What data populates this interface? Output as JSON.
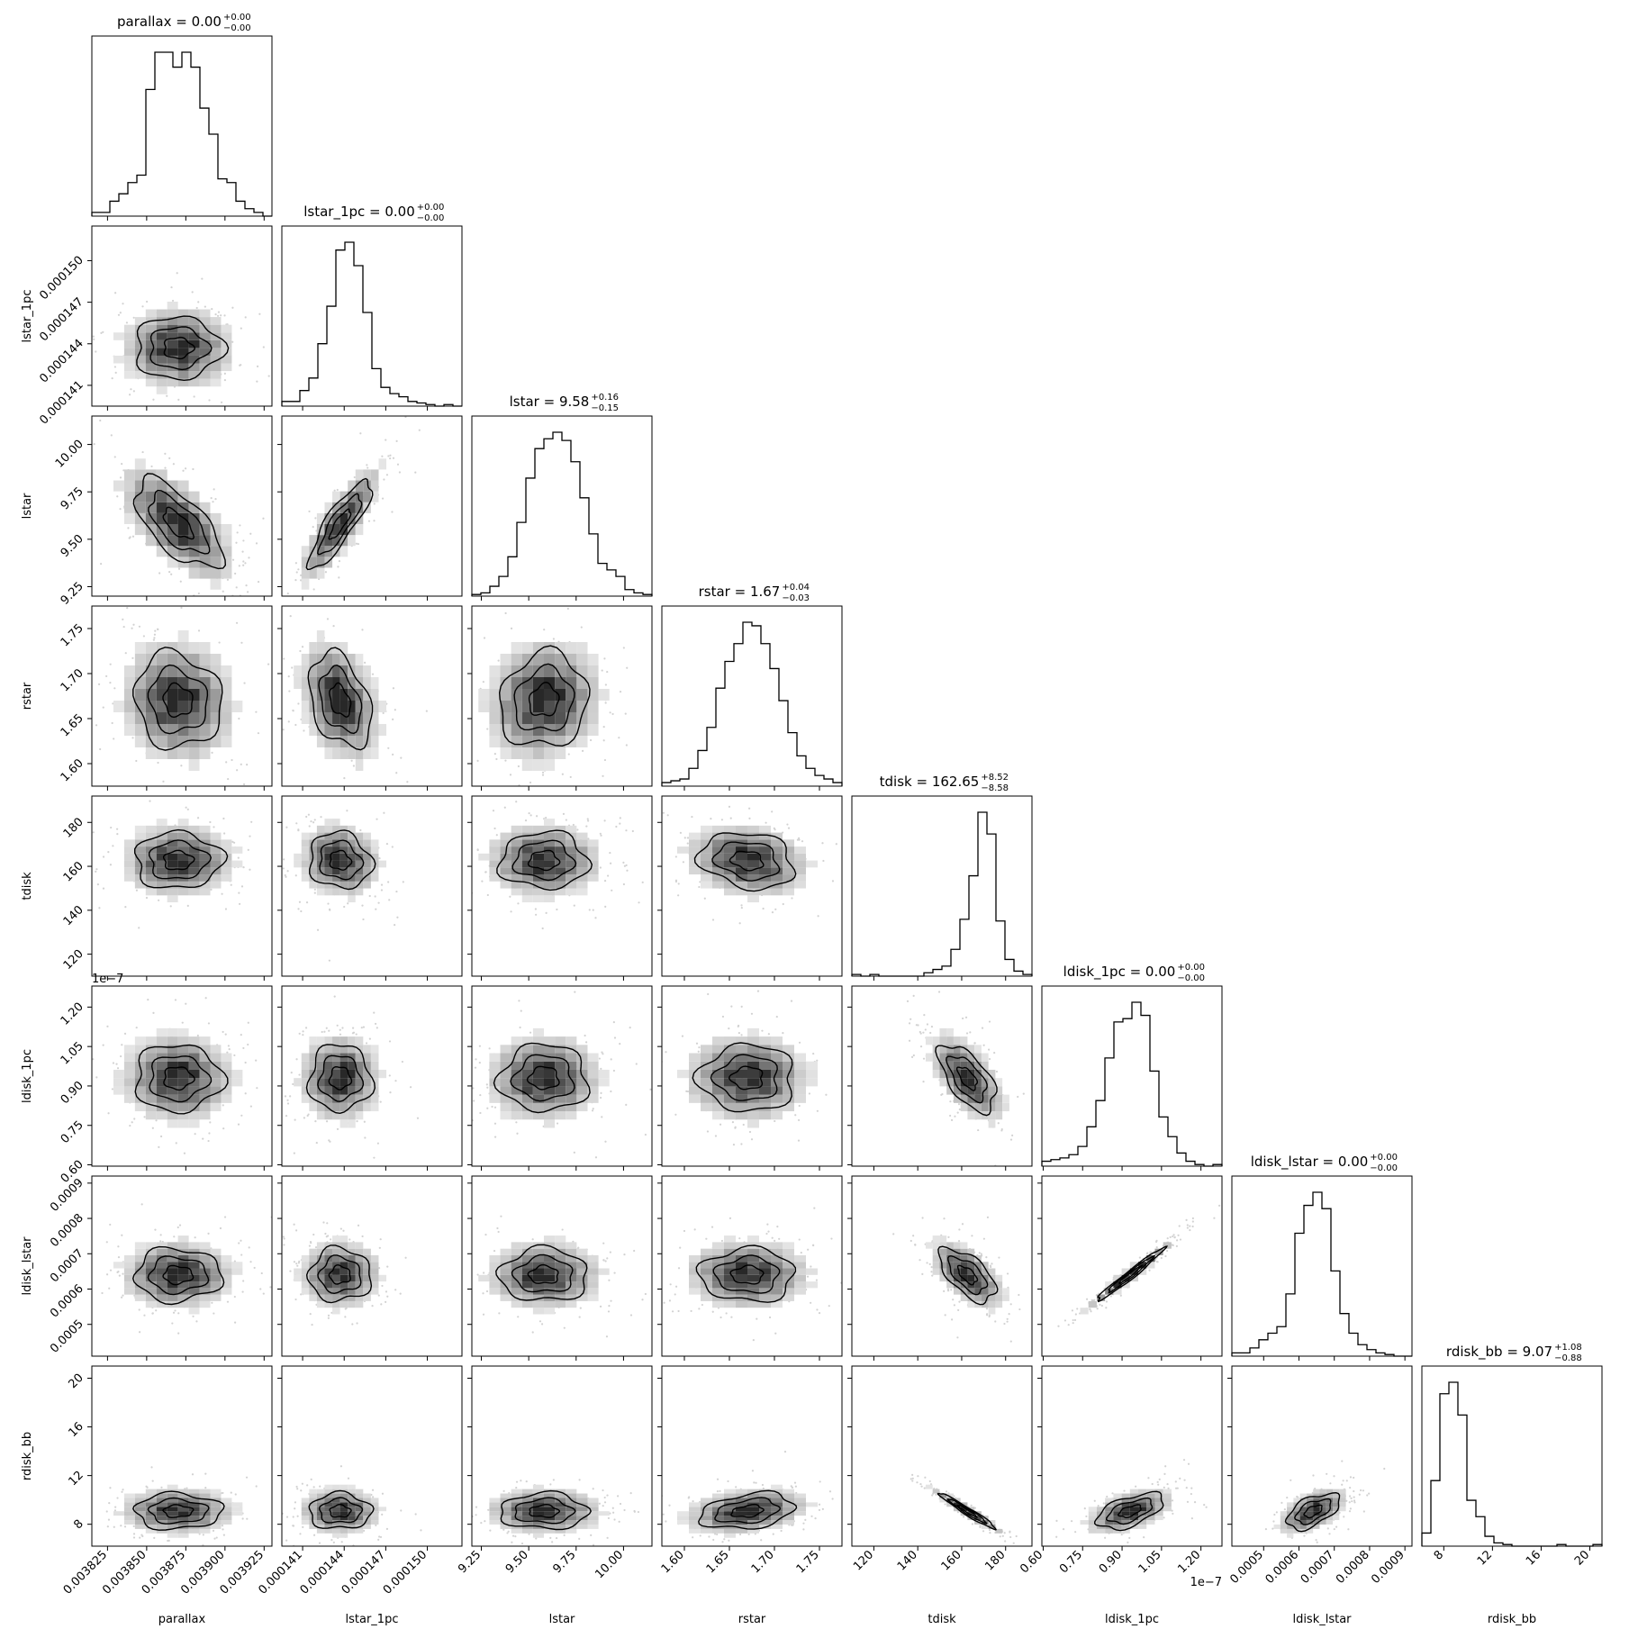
{
  "chart_data": {
    "type": "corner",
    "parameters": [
      "parallax",
      "lstar_1pc",
      "lstar",
      "rstar",
      "tdisk",
      "ldisk_1pc",
      "ldisk_lstar",
      "rdisk_bb"
    ],
    "axis_labels": [
      "parallax",
      "lstar_1pc",
      "lstar",
      "rstar",
      "tdisk",
      "ldisk_1pc",
      "ldisk_lstar",
      "rdisk_bb"
    ],
    "titles": [
      {
        "main": "parallax = 0.00",
        "sup": "+0.00",
        "sub": "−0.00"
      },
      {
        "main": "lstar_1pc = 0.00",
        "sup": "+0.00",
        "sub": "−0.00"
      },
      {
        "main": "lstar = 9.58",
        "sup": "+0.16",
        "sub": "−0.15"
      },
      {
        "main": "rstar = 1.67",
        "sup": "+0.04",
        "sub": "−0.03"
      },
      {
        "main": "tdisk = 162.65",
        "sup": "+8.52",
        "sub": "−8.58"
      },
      {
        "main": "ldisk_1pc = 0.00",
        "sup": "+0.00",
        "sub": "−0.00"
      },
      {
        "main": "ldisk_lstar = 0.00",
        "sup": "+0.00",
        "sub": "−0.00"
      },
      {
        "main": "rdisk_bb = 9.07",
        "sup": "+1.08",
        "sub": "−0.88"
      }
    ],
    "ranges": [
      [
        0.003815,
        0.00393
      ],
      [
        0.0001395,
        0.0001525
      ],
      [
        9.2,
        10.15
      ],
      [
        1.575,
        1.775
      ],
      [
        110,
        192
      ],
      [
        0.595,
        1.28
      ],
      [
        0.00041,
        0.00092
      ],
      [
        6.2,
        21
      ]
    ],
    "ticks": [
      [
        0.003825,
        0.00385,
        0.003875,
        0.0039,
        0.003925
      ],
      [
        0.000141,
        0.000144,
        0.000147,
        0.00015
      ],
      [
        9.25,
        9.5,
        9.75,
        10.0
      ],
      [
        1.6,
        1.65,
        1.7,
        1.75
      ],
      [
        120,
        140,
        160,
        180
      ],
      [
        0.6,
        0.75,
        0.9,
        1.05,
        1.2
      ],
      [
        0.0005,
        0.0006,
        0.0007,
        0.0008,
        0.0009
      ],
      [
        8,
        12,
        16,
        20
      ]
    ],
    "tick_labels": [
      [
        "0.003825",
        "0.003850",
        "0.003875",
        "0.003900",
        "0.003925"
      ],
      [
        "0.000141",
        "0.000144",
        "0.000147",
        "0.000150"
      ],
      [
        "9.25",
        "9.50",
        "9.75",
        "10.00"
      ],
      [
        "1.60",
        "1.65",
        "1.70",
        "1.75"
      ],
      [
        "120",
        "140",
        "160",
        "180"
      ],
      [
        "0.60",
        "0.75",
        "0.90",
        "1.05",
        "1.20"
      ],
      [
        "0.0005",
        "0.0006",
        "0.0007",
        "0.0008",
        "0.0009"
      ],
      [
        "8",
        "12",
        "16",
        "20"
      ]
    ],
    "offset_text": {
      "parameter": "ldisk_1pc",
      "text": "1e−7"
    },
    "medians": [
      0.00387,
      0.0001437,
      9.58,
      1.67,
      162.65,
      0.93,
      0.00064,
      9.07
    ],
    "sigmas": [
      1.85e-05,
      1.5e-06,
      0.155,
      0.035,
      8.55,
      0.085,
      5e-05,
      0.98
    ],
    "correlations": [
      [
        1,
        0,
        -0.65,
        -0.1,
        0,
        0,
        0,
        0
      ],
      [
        0,
        1,
        0.85,
        -0.35,
        -0.1,
        0,
        0,
        0
      ],
      [
        -0.65,
        0.85,
        1,
        0.1,
        0,
        0,
        0,
        0
      ],
      [
        -0.1,
        -0.35,
        0.1,
        1,
        -0.2,
        0,
        0,
        0.3
      ],
      [
        0,
        -0.1,
        0,
        -0.2,
        1,
        -0.6,
        -0.6,
        -0.97
      ],
      [
        0,
        0,
        0,
        0,
        -0.6,
        1,
        0.98,
        0.55
      ],
      [
        0,
        0,
        0,
        0,
        -0.6,
        0.98,
        1,
        0.55
      ],
      [
        0,
        0,
        0,
        0.3,
        -0.97,
        0.55,
        0.55,
        1
      ]
    ],
    "histograms": [
      [
        1,
        1,
        4,
        6,
        9,
        11,
        34,
        44,
        44,
        40,
        44,
        40,
        29,
        22,
        10,
        9,
        4,
        2,
        1,
        0
      ],
      [
        3,
        3,
        10,
        18,
        40,
        64,
        100,
        105,
        90,
        60,
        24,
        12,
        8,
        6,
        3,
        2,
        1,
        0,
        1,
        0
      ],
      [
        1,
        2,
        6,
        12,
        24,
        45,
        72,
        90,
        96,
        100,
        95,
        82,
        60,
        38,
        20,
        16,
        12,
        4,
        2,
        1
      ],
      [
        2,
        3,
        4,
        10,
        20,
        33,
        55,
        70,
        80,
        92,
        90,
        80,
        66,
        48,
        30,
        17,
        10,
        6,
        4,
        2
      ],
      [
        1,
        0,
        1,
        0,
        0,
        0,
        0,
        0,
        2,
        4,
        6,
        16,
        34,
        60,
        98,
        85,
        33,
        10,
        3,
        1
      ],
      [
        3,
        4,
        5,
        7,
        12,
        24,
        40,
        66,
        88,
        90,
        100,
        92,
        58,
        30,
        18,
        8,
        3,
        1,
        0,
        1
      ],
      [
        2,
        2,
        5,
        10,
        14,
        18,
        38,
        75,
        92,
        100,
        90,
        52,
        26,
        14,
        7,
        4,
        2,
        1,
        0,
        0
      ],
      [
        8,
        40,
        93,
        100,
        80,
        28,
        18,
        6,
        2,
        1,
        0,
        0,
        0,
        0,
        0,
        1,
        0,
        0,
        0,
        1
      ]
    ],
    "contour_levels": [
      0.5,
      1.0,
      1.5
    ],
    "grid": false,
    "legend": "none"
  }
}
